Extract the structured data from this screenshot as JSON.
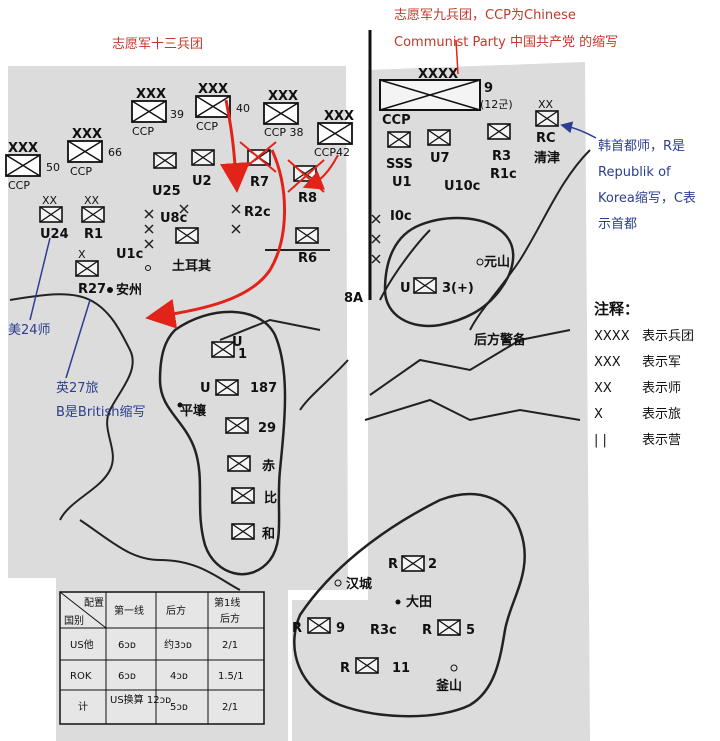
{
  "annotations": {
    "ccf13": "志愿军十三兵团",
    "ccf9_line1": "志愿军九兵团，CCP为Chinese",
    "ccf9_line2": "Communist Party 中国共产党 的缩写",
    "rok_capital_1": "韩首都师，R是",
    "rok_capital_2": "Republik of",
    "rok_capital_3": "Korea缩写，C表",
    "rok_capital_4": "示首都",
    "us24": "美24师",
    "uk27_1": "英27旅",
    "uk27_2": "B是British缩写"
  },
  "legend": {
    "title": "注释：",
    "items": [
      {
        "symbol": "XXXX",
        "meaning": "表示兵团"
      },
      {
        "symbol": "XXX",
        "meaning": "表示军"
      },
      {
        "symbol": "XX",
        "meaning": "表示师"
      },
      {
        "symbol": "X",
        "meaning": "表示旅"
      },
      {
        "symbol": "| |",
        "meaning": "表示营"
      }
    ]
  },
  "units": {
    "ccp": "CCP",
    "ccp_p": "CCP",
    "ccp_38": "CCP 38",
    "ccp_42": "CCP42",
    "n39": "39",
    "n40": "40",
    "n50": "50",
    "n66": "66",
    "army9": "9",
    "army9_sub": "(12군)",
    "u24": "U24",
    "r1": "R1",
    "r27": "R27",
    "u1c": "U1c",
    "u25": "U25",
    "u2": "U2",
    "u8c": "U8c",
    "r7": "R7",
    "r2c": "R2c",
    "r8": "R8",
    "r6": "R6",
    "sss": "SSS",
    "u1": "U1",
    "u7": "U7",
    "r3": "R3",
    "rc": "RC",
    "r1c": "R1c",
    "u10c": "U10c",
    "i0c": "I0c",
    "u3": "U",
    "u3_num": "3(+)",
    "u_1": "U",
    "n1": "1",
    "u_187": "U",
    "n187": "187",
    "n29": "29",
    "r2": "R",
    "n2": "2",
    "r9": "R",
    "n9": "9",
    "r3c": "R3c",
    "r5": "R",
    "n5": "5",
    "r11": "R",
    "n11": "11",
    "label_8a": "8A"
  },
  "places": {
    "anzhou": "安州",
    "turkey": "土耳其",
    "pyongyang": "平壤",
    "qingjin": "清津",
    "yuanshan": "元山",
    "rear_guard": "后方警备",
    "seoul": "汉城",
    "daejeon": "大田",
    "busan": "釜山",
    "red": "赤",
    "bi": "比",
    "he": "和"
  },
  "table": {
    "corner_top": "配置",
    "corner_bottom": "国别",
    "col1": "第一线",
    "col2": "后方",
    "col3_1": "第1线",
    "col3_2": "后方",
    "rows": [
      {
        "label": "US他",
        "c1": "6ᴐᴅ",
        "c2": "约3ᴐᴅ",
        "c3": "2/1"
      },
      {
        "label": "ROK",
        "c1": "6ᴐᴅ",
        "c2": "4ᴐᴅ",
        "c3": "1.5/1"
      },
      {
        "label": "计",
        "c1": "US换算\n12ᴐᴅ",
        "c2": "5ᴐᴅ",
        "c3": "2/1"
      }
    ]
  },
  "colors": {
    "annotation_red": "#c0392b",
    "annotation_blue": "#2c3e91",
    "arrow_red": "#e2231a",
    "map_bg": "#dcdcdc"
  }
}
